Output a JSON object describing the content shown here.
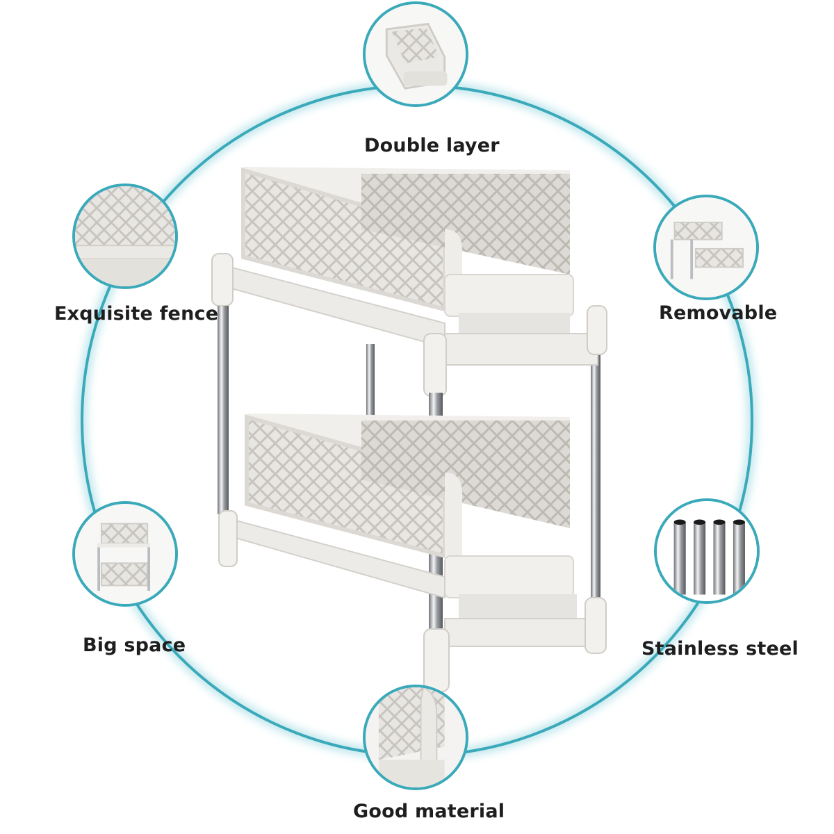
{
  "colors": {
    "ring": "#3aa9b9",
    "ring_glow": "#bfe6ec",
    "label_text": "#1e1e1e",
    "basket": "#e9e7e3",
    "steel": "#b9bcc0"
  },
  "features": [
    {
      "label": "Double layer",
      "icon": "basket-drawer-icon"
    },
    {
      "label": "Removable",
      "icon": "two-tier-rack-removed-icon"
    },
    {
      "label": "Stainless steel",
      "icon": "steel-tubes-icon"
    },
    {
      "label": "Good material",
      "icon": "material-closeup-icon"
    },
    {
      "label": "Big space",
      "icon": "two-tier-rack-icon"
    },
    {
      "label": "Exquisite fence",
      "icon": "lattice-fence-icon"
    }
  ]
}
